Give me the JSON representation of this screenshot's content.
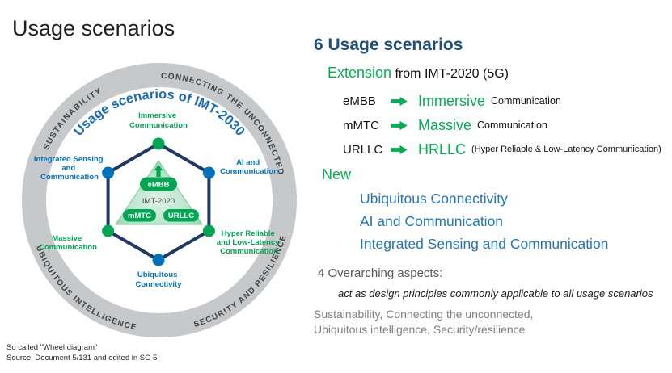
{
  "slide_title": "Usage scenarios",
  "wheel": {
    "ring": {
      "top_left": "SUSTAINABILITY",
      "top_right": "CONNECTING THE UNCONNECTED",
      "bottom_left": "UBIQUITOUS INTELLIGENCE",
      "bottom_right": "SECURITY AND RESILIENCE"
    },
    "arc_title": "Usage scenarios of IMT-2030",
    "nodes": {
      "immersive": {
        "l1": "Immersive",
        "l2": "Communication"
      },
      "integrated_sensing": {
        "l1": "Integrated Sensing",
        "l2": "and",
        "l3": "Communication"
      },
      "ai": {
        "l1": "AI and",
        "l2": "Communication"
      },
      "massive": {
        "l1": "Massive",
        "l2": "Communication"
      },
      "hyper_reliable": {
        "l1": "Hyper Reliable",
        "l2": "and Low-Latency",
        "l3": "Communication"
      },
      "ubiquitous": {
        "l1": "Ubiquitous",
        "l2": "Connectivity"
      }
    },
    "core": {
      "embb": "eMBB",
      "imt2020": "IMT-2020",
      "mmtc": "mMTC",
      "urllc": "URLLC"
    }
  },
  "panel": {
    "heading": "6 Usage scenarios",
    "extension_label": "Extension",
    "extension_rest": " from IMT-2020 (5G)",
    "rows": [
      {
        "from": "eMBB",
        "to": "Immersive",
        "suffix": "Communication"
      },
      {
        "from": "mMTC",
        "to": "Massive",
        "suffix": "Communication"
      },
      {
        "from": "URLLC",
        "to": "HRLLC",
        "suffix": "(Hyper Reliable & Low-Latency Communication)"
      }
    ],
    "new_label": "New",
    "new_items": [
      "Ubiquitous Connectivity",
      "AI and Communication",
      "Integrated Sensing and Communication"
    ],
    "overarching_heading": "4 Overarching aspects:",
    "overarching_note": "act as design principles commonly applicable to all usage scenarios",
    "aspects_line1": "Sustainability, Connecting the unconnected,",
    "aspects_line2": "Ubiquitous intelligence, Security/resilience"
  },
  "footer": {
    "line1": "So called \"Wheel diagram\"",
    "line2": "Source: Document 5/131 and edited in SG 5"
  },
  "icons": {
    "mapping_arrow": "arrow-right-icon"
  },
  "colors": {
    "wheel_green": "#00A651",
    "wheel_blue": "#0072BC",
    "hexagon_navy": "#1F3864",
    "arc_blue": "#1B6CB5",
    "panel_green": "#00B050",
    "panel_blue": "#2276BC",
    "heading_navy": "#1F4E79",
    "ring_gray": "#C6C8CA",
    "gray_text": "#7F7F7F"
  }
}
